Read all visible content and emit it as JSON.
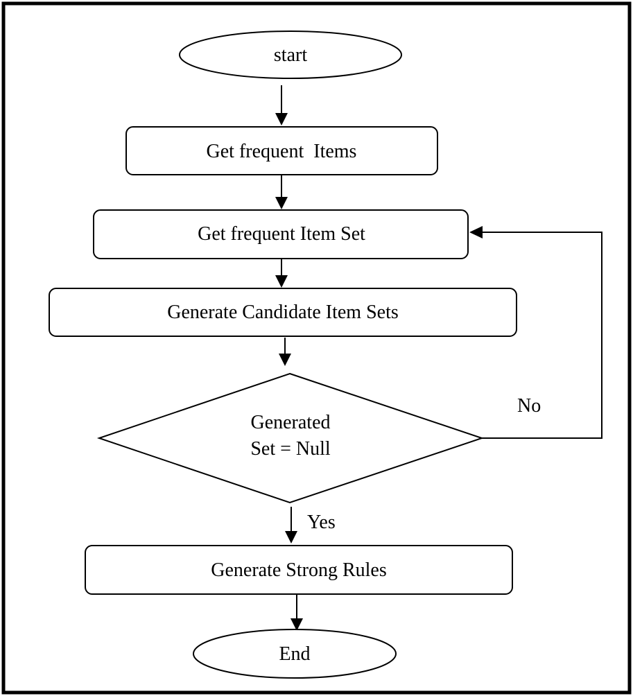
{
  "nodes": {
    "start": "start",
    "get_frequent_items": "Get frequent  Items",
    "get_frequent_item_set": "Get frequent Item Set",
    "generate_candidate_item_sets": "Generate Candidate Item Sets",
    "decision_line1": "Generated",
    "decision_line2": "Set = Null",
    "generate_strong_rules": "Generate Strong Rules",
    "end": "End"
  },
  "edge_labels": {
    "no": "No",
    "yes": "Yes"
  },
  "colors": {
    "stroke": "#000000",
    "background": "#ffffff"
  }
}
